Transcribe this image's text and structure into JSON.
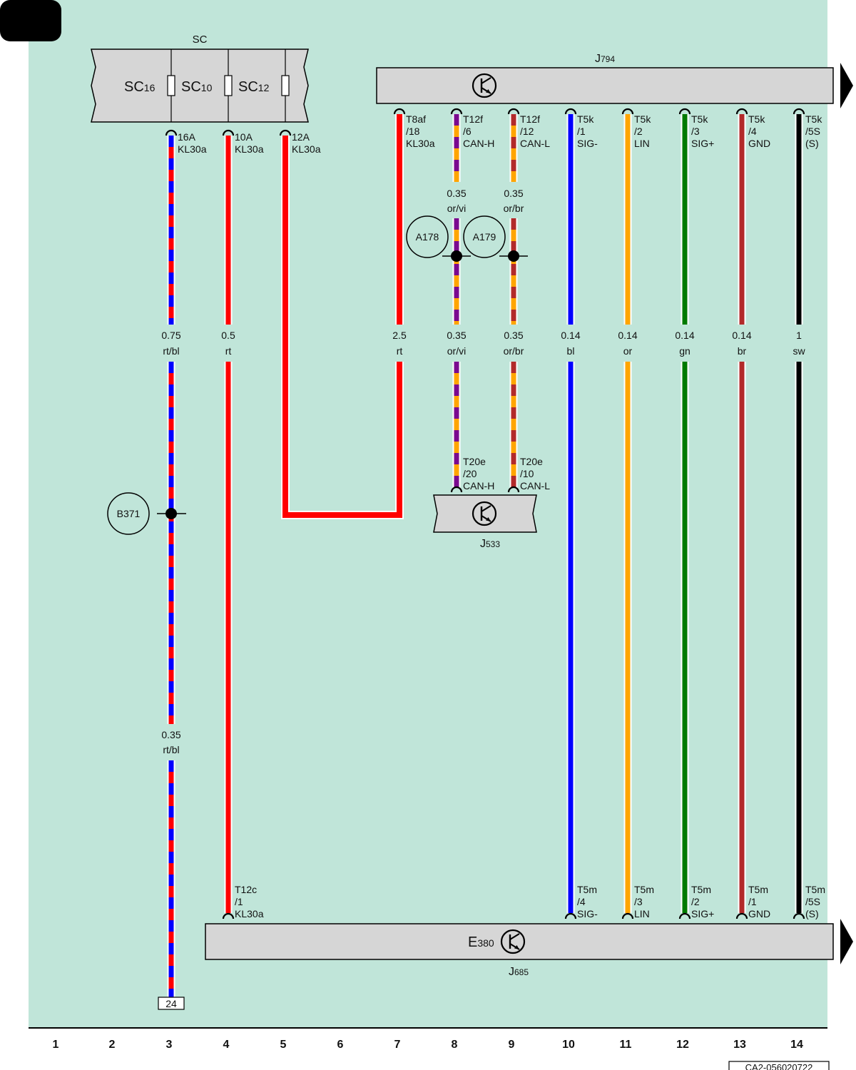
{
  "colors": {
    "background": "#c0e5d9",
    "component_fill": "#d6d6d6",
    "rt": "#ff0000",
    "bl": "#0000ff",
    "or": "#ffa500",
    "vi": "#7a0a8f",
    "br": "#b22a2a",
    "gn": "#007a00",
    "sw": "#000000"
  },
  "fuse_box": {
    "name": "SC",
    "fuses": [
      {
        "label": "SC",
        "sub": "16",
        "rating": "16A",
        "terminal": "KL30a"
      },
      {
        "label": "SC",
        "sub": "10",
        "rating": "10A",
        "terminal": "KL30a"
      },
      {
        "label": "SC",
        "sub": "12",
        "rating": "12A",
        "terminal": "KL30a"
      }
    ]
  },
  "components": {
    "j794": {
      "prefix": "J",
      "sub": "794"
    },
    "j533": {
      "prefix": "J",
      "sub": "533"
    },
    "j685": {
      "prefix": "J",
      "sub": "685"
    },
    "e380": {
      "prefix": "E",
      "sub": "380"
    }
  },
  "pins_top": [
    {
      "l1": "T8af",
      "l2": "/18",
      "l3": "KL30a"
    },
    {
      "l1": "T12f",
      "l2": "/6",
      "l3": "CAN-H"
    },
    {
      "l1": "T12f",
      "l2": "/12",
      "l3": "CAN-L"
    },
    {
      "l1": "T5k",
      "l2": "/1",
      "l3": "SIG-"
    },
    {
      "l1": "T5k",
      "l2": "/2",
      "l3": "LIN"
    },
    {
      "l1": "T5k",
      "l2": "/3",
      "l3": "SIG+"
    },
    {
      "l1": "T5k",
      "l2": "/4",
      "l3": "GND"
    },
    {
      "l1": "T5k",
      "l2": "/5S",
      "l3": "(S)"
    }
  ],
  "pins_j533": [
    {
      "l1": "T20e",
      "l2": "/20",
      "l3": "CAN-H"
    },
    {
      "l1": "T20e",
      "l2": "/10",
      "l3": "CAN-L"
    }
  ],
  "pins_bottom": [
    {
      "l1": "T12c",
      "l2": "/1",
      "l3": "KL30a"
    },
    {
      "l1": "T5m",
      "l2": "/4",
      "l3": "SIG-"
    },
    {
      "l1": "T5m",
      "l2": "/3",
      "l3": "LIN"
    },
    {
      "l1": "T5m",
      "l2": "/2",
      "l3": "SIG+"
    },
    {
      "l1": "T5m",
      "l2": "/1",
      "l3": "GND"
    },
    {
      "l1": "T5m",
      "l2": "/5S",
      "l3": "(S)"
    }
  ],
  "wire_labels": [
    {
      "size": "0.75",
      "color": "rt/bl"
    },
    {
      "size": "0.5",
      "color": "rt"
    },
    {
      "size": "2.5",
      "color": "rt"
    },
    {
      "size": "0.35",
      "color": "or/vi"
    },
    {
      "size": "0.35",
      "color": "or/br"
    },
    {
      "size": "0.14",
      "color": "bl"
    },
    {
      "size": "0.14",
      "color": "or"
    },
    {
      "size": "0.14",
      "color": "gn"
    },
    {
      "size": "0.14",
      "color": "br"
    },
    {
      "size": "1",
      "color": "sw"
    },
    {
      "size": "0.35",
      "color": "or/vi"
    },
    {
      "size": "0.35",
      "color": "or/br"
    },
    {
      "size": "0.35",
      "color": "rt/bl"
    }
  ],
  "junctions": [
    "A178",
    "A179",
    "B371"
  ],
  "continuation_ref": "24",
  "grid": [
    "1",
    "2",
    "3",
    "4",
    "5",
    "6",
    "7",
    "8",
    "9",
    "10",
    "11",
    "12",
    "13",
    "14"
  ],
  "drawing_id": "CA2-056020722"
}
